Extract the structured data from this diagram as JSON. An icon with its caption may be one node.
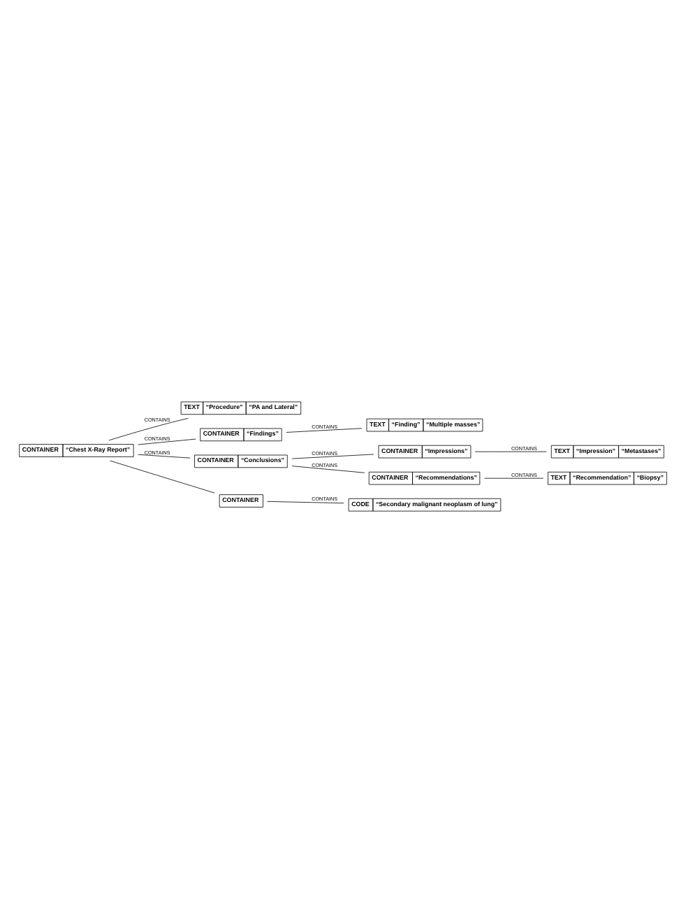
{
  "diagram": {
    "nodes": [
      {
        "text": [
          "CONTAINER",
          "“Chest X-Ray Report”"
        ]
      },
      {
        "text": [
          "TEXT",
          "“Procedure”",
          "“PA and Lateral”"
        ]
      },
      {
        "text": [
          "CONTAINER",
          "“Findings”"
        ]
      },
      {
        "text": [
          "TEXT",
          "“Finding”",
          "“Multiple masses”"
        ]
      },
      {
        "text": [
          "CONTAINER",
          "“Conclusions”"
        ]
      },
      {
        "text": [
          "CONTAINER",
          "“Impressions”"
        ]
      },
      {
        "text": [
          "TEXT",
          "“Impression”",
          "“Metastases”"
        ]
      },
      {
        "text": [
          "CONTAINER",
          "“Recommendations”"
        ]
      },
      {
        "text": [
          "TEXT",
          "“Recommendation”",
          "“Biopsy”"
        ]
      },
      {
        "text": [
          "CONTAINER"
        ]
      },
      {
        "text": [
          "CODE",
          "“Secondary malignant neoplasm of lung”"
        ]
      }
    ],
    "edges": [
      {
        "from": 0,
        "to": 1,
        "arrow": "none",
        "label": "CONTAINS"
      },
      {
        "from": 0,
        "to": 2,
        "arrow": "none",
        "label": "CONTAINS"
      },
      {
        "from": 2,
        "to": 3,
        "arrow": "none",
        "label": "CONTAINS"
      },
      {
        "from": 0,
        "to": 4,
        "arrow": "none",
        "label": "CONTAINS"
      },
      {
        "from": 4,
        "to": 5,
        "arrow": "none",
        "label": "CONTAINS"
      },
      {
        "from": 5,
        "to": 6,
        "arrow": "none",
        "label": "CONTAINS"
      },
      {
        "from": 4,
        "to": 7,
        "arrow": "none",
        "label": "CONTAINS"
      },
      {
        "from": 7,
        "to": 8,
        "arrow": "none",
        "label": "CONTAINS"
      },
      {
        "from": 0,
        "to": 9,
        "arrow": "none"
      },
      {
        "from": 9,
        "to": 10,
        "arrow": "none",
        "label": "CONTAINS"
      }
    ]
  }
}
